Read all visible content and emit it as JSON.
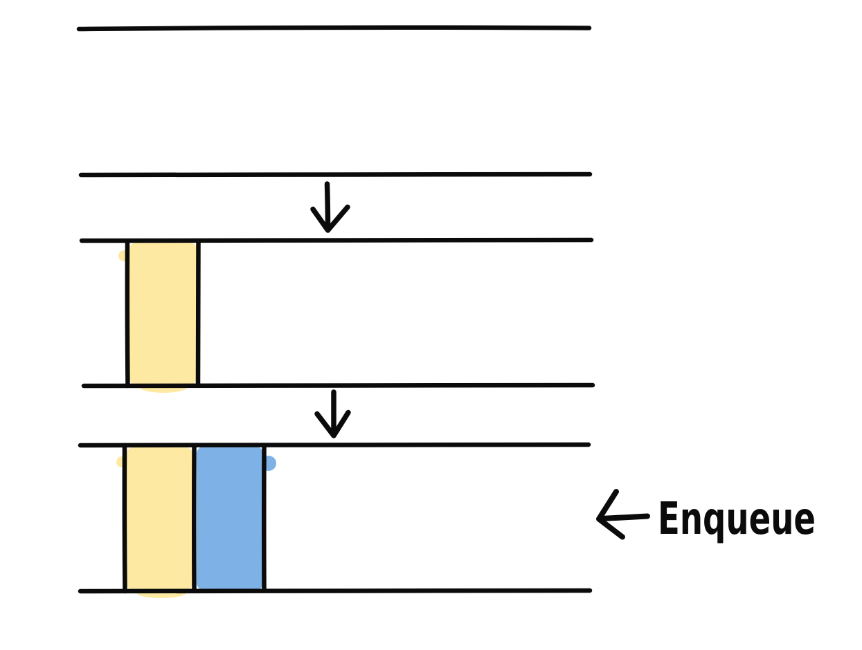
{
  "annotation": {
    "label": "Enqueue"
  },
  "icons": {
    "down_arrow": "↓",
    "left_arrow": "←"
  },
  "colors": {
    "stroke": "#0b0b0b",
    "queue_item_yellow": "#FDE9A2",
    "queue_item_blue": "#7EB2E7",
    "background": "#FFFFFF"
  },
  "queue_states": [
    {
      "items": []
    },
    {
      "items": [
        "yellow"
      ]
    },
    {
      "items": [
        "yellow",
        "blue"
      ]
    }
  ]
}
